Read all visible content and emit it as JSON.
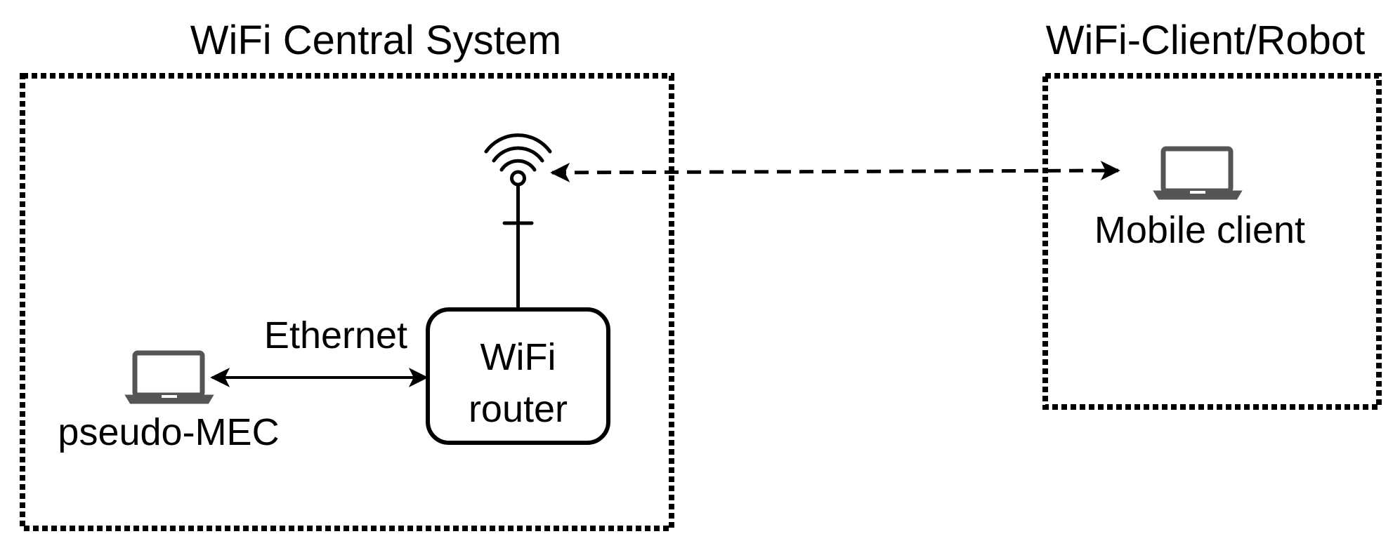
{
  "groups": {
    "central": {
      "title": "WiFi Central System"
    },
    "client": {
      "title": "WiFi-Client/Robot"
    }
  },
  "nodes": {
    "router": {
      "line1": "WiFi",
      "line2": "router"
    },
    "mec": {
      "label": "pseudo-MEC",
      "icon": "laptop-icon"
    },
    "mobile": {
      "label": "Mobile client",
      "icon": "laptop-icon"
    },
    "antenna": {
      "icon": "wifi-antenna-icon"
    }
  },
  "links": {
    "ethernet": {
      "label": "Ethernet",
      "style": "solid",
      "direction": "bidirectional"
    },
    "wireless": {
      "label": "",
      "style": "dashed",
      "direction": "bidirectional"
    }
  },
  "colors": {
    "stroke": "#000000",
    "laptop": "#555555",
    "background": "#ffffff"
  }
}
